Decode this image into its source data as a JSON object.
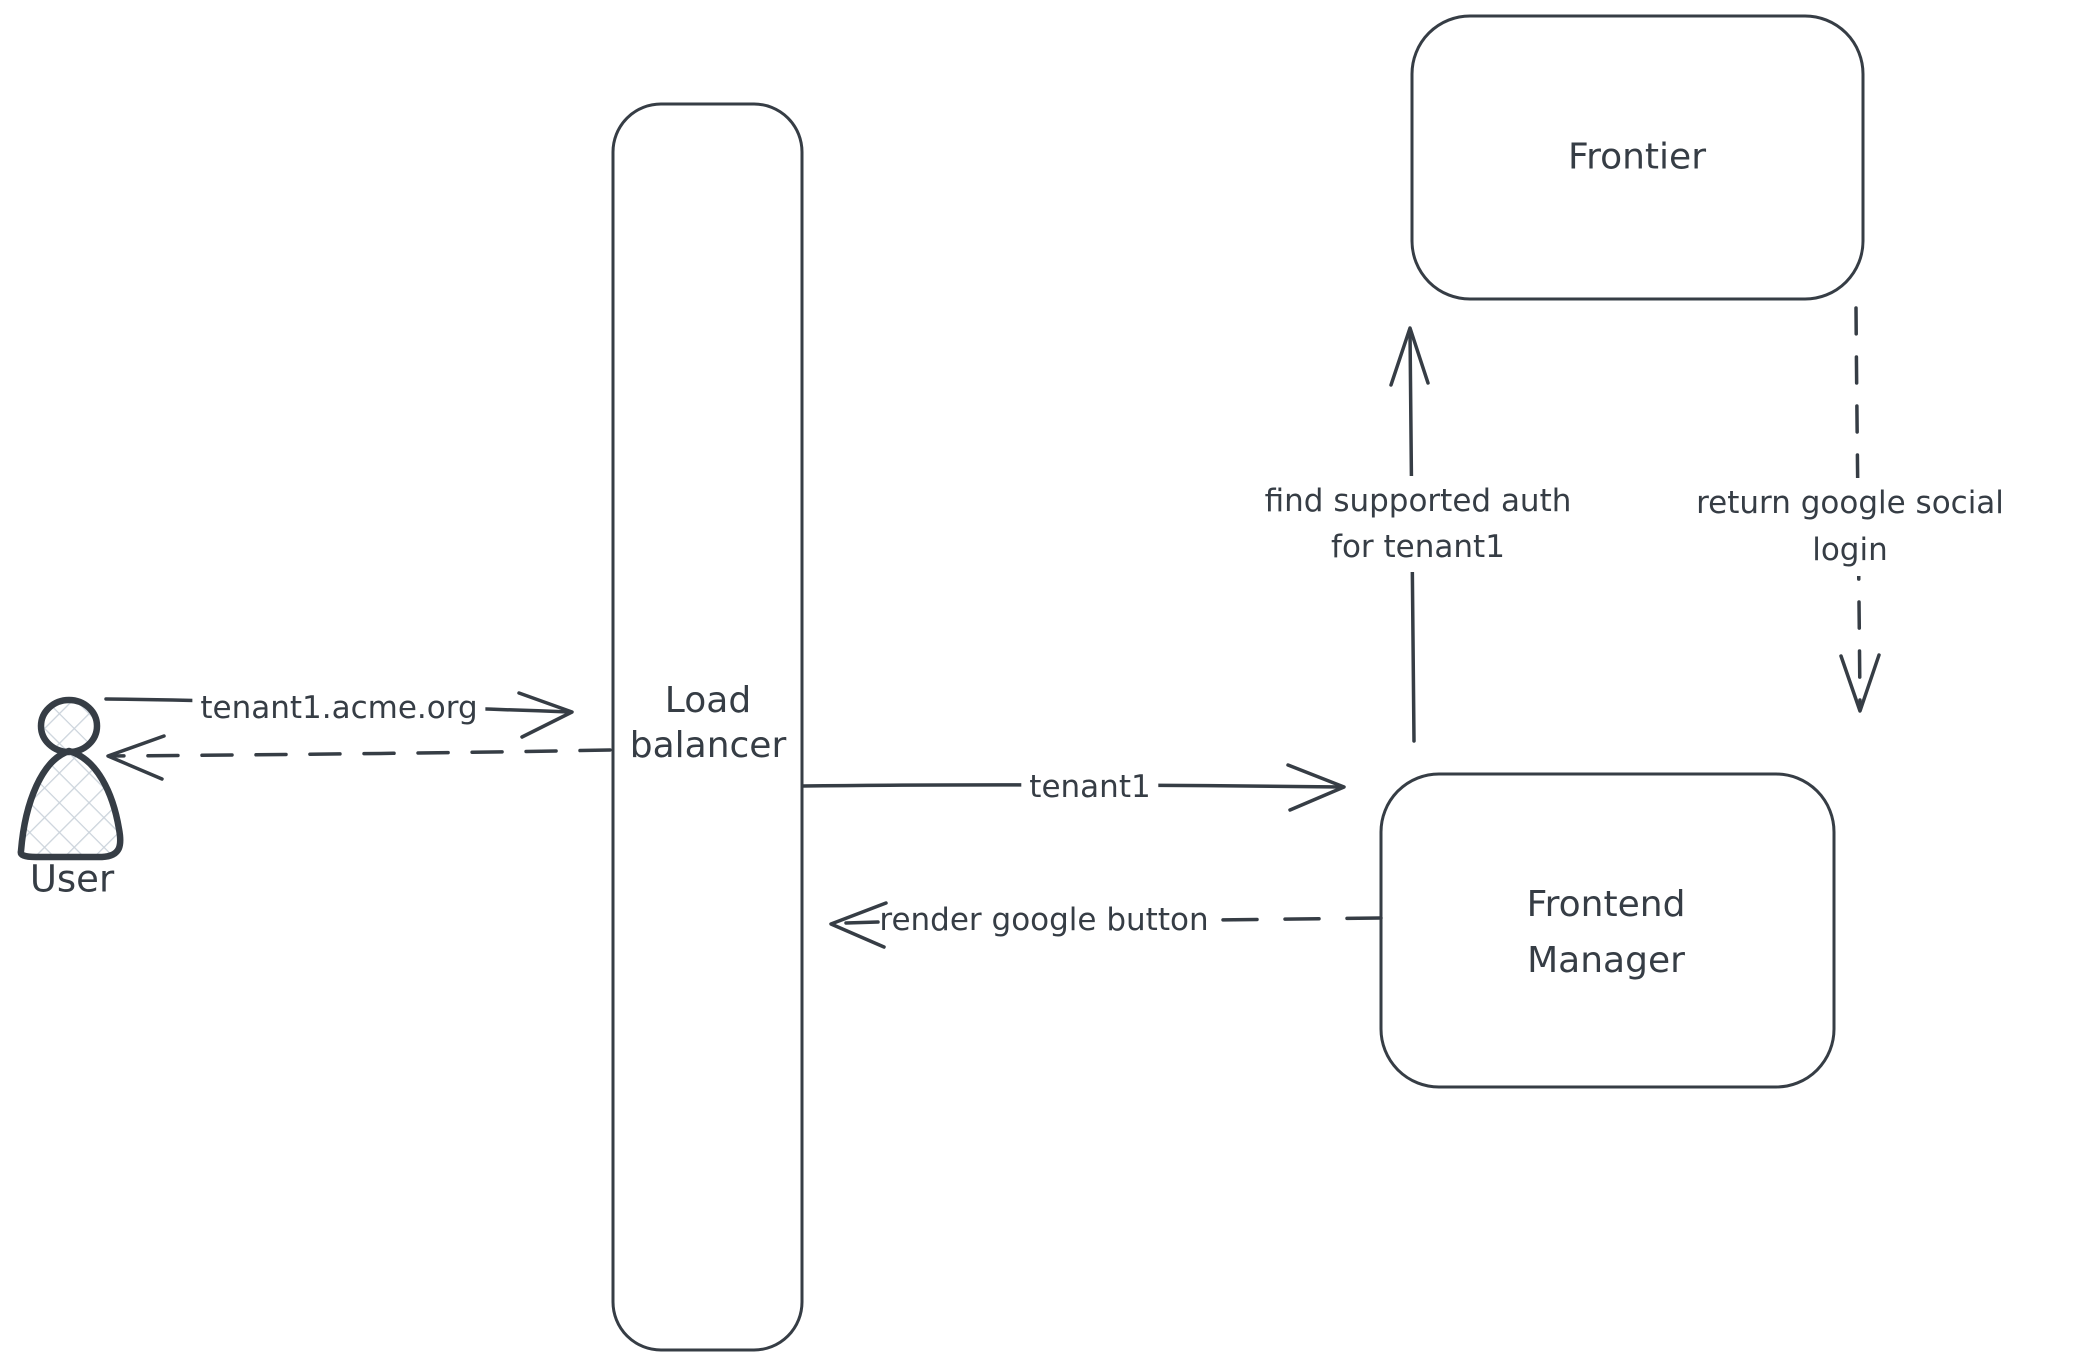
{
  "diagram": {
    "background_color": "#ffffff",
    "stroke_color": "#363d45",
    "hatch_fill_color": "#ccd4dc",
    "nodes": {
      "user": {
        "label": "User",
        "icon": "person-icon"
      },
      "load_balancer": {
        "line1": "Load",
        "line2": "balancer"
      },
      "frontier": {
        "label": "Frontier"
      },
      "frontend_manager": {
        "line1": "Frontend",
        "line2": "Manager"
      }
    },
    "edges": {
      "user_to_lb": {
        "label": "tenant1.acme.org",
        "style": "solid",
        "direction": "right"
      },
      "lb_to_user": {
        "style": "dashed",
        "direction": "left"
      },
      "lb_to_fm": {
        "label": "tenant1",
        "style": "solid",
        "direction": "right"
      },
      "fm_to_lb": {
        "label": "render google button",
        "style": "dashed",
        "direction": "left"
      },
      "fm_to_frontier": {
        "line1": "find supported auth",
        "line2": "for tenant1",
        "style": "solid",
        "direction": "up"
      },
      "frontier_to_fm": {
        "line1": "return google social",
        "line2": "login",
        "style": "dashed",
        "direction": "down"
      }
    }
  }
}
